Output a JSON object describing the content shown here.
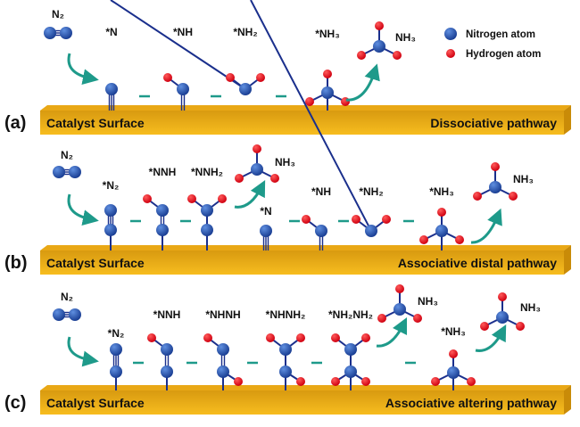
{
  "colors": {
    "nitrogen": "#1f4fa8",
    "hydrogen": "#e8121b",
    "bond": "#1a2f8c",
    "arrow": "#1e9a8a",
    "surface": "#f0b019",
    "surface_dark": "#c98b08"
  },
  "legend": {
    "nitrogen": "Nitrogen atom",
    "hydrogen": "Hydrogen atom"
  },
  "surface_label": "Catalyst Surface",
  "gas_n2": "N₂",
  "gas_nh3": "NH₃",
  "panels": [
    {
      "tag": "(a)",
      "pathway": "Dissociative pathway",
      "species": [
        "*N",
        "*NH",
        "*NH₂",
        "*NH₃"
      ]
    },
    {
      "tag": "(b)",
      "pathway": "Associative distal pathway",
      "species": [
        "*N₂",
        "*NNH",
        "*NNH₂",
        "*N",
        "*NH",
        "*NH₂",
        "*NH₃"
      ]
    },
    {
      "tag": "(c)",
      "pathway": "Associative altering pathway",
      "species": [
        "*N₂",
        "*NNH",
        "*NHNH",
        "*NHNH₂",
        "*NH₂NH₂",
        "*NH₃"
      ]
    }
  ]
}
